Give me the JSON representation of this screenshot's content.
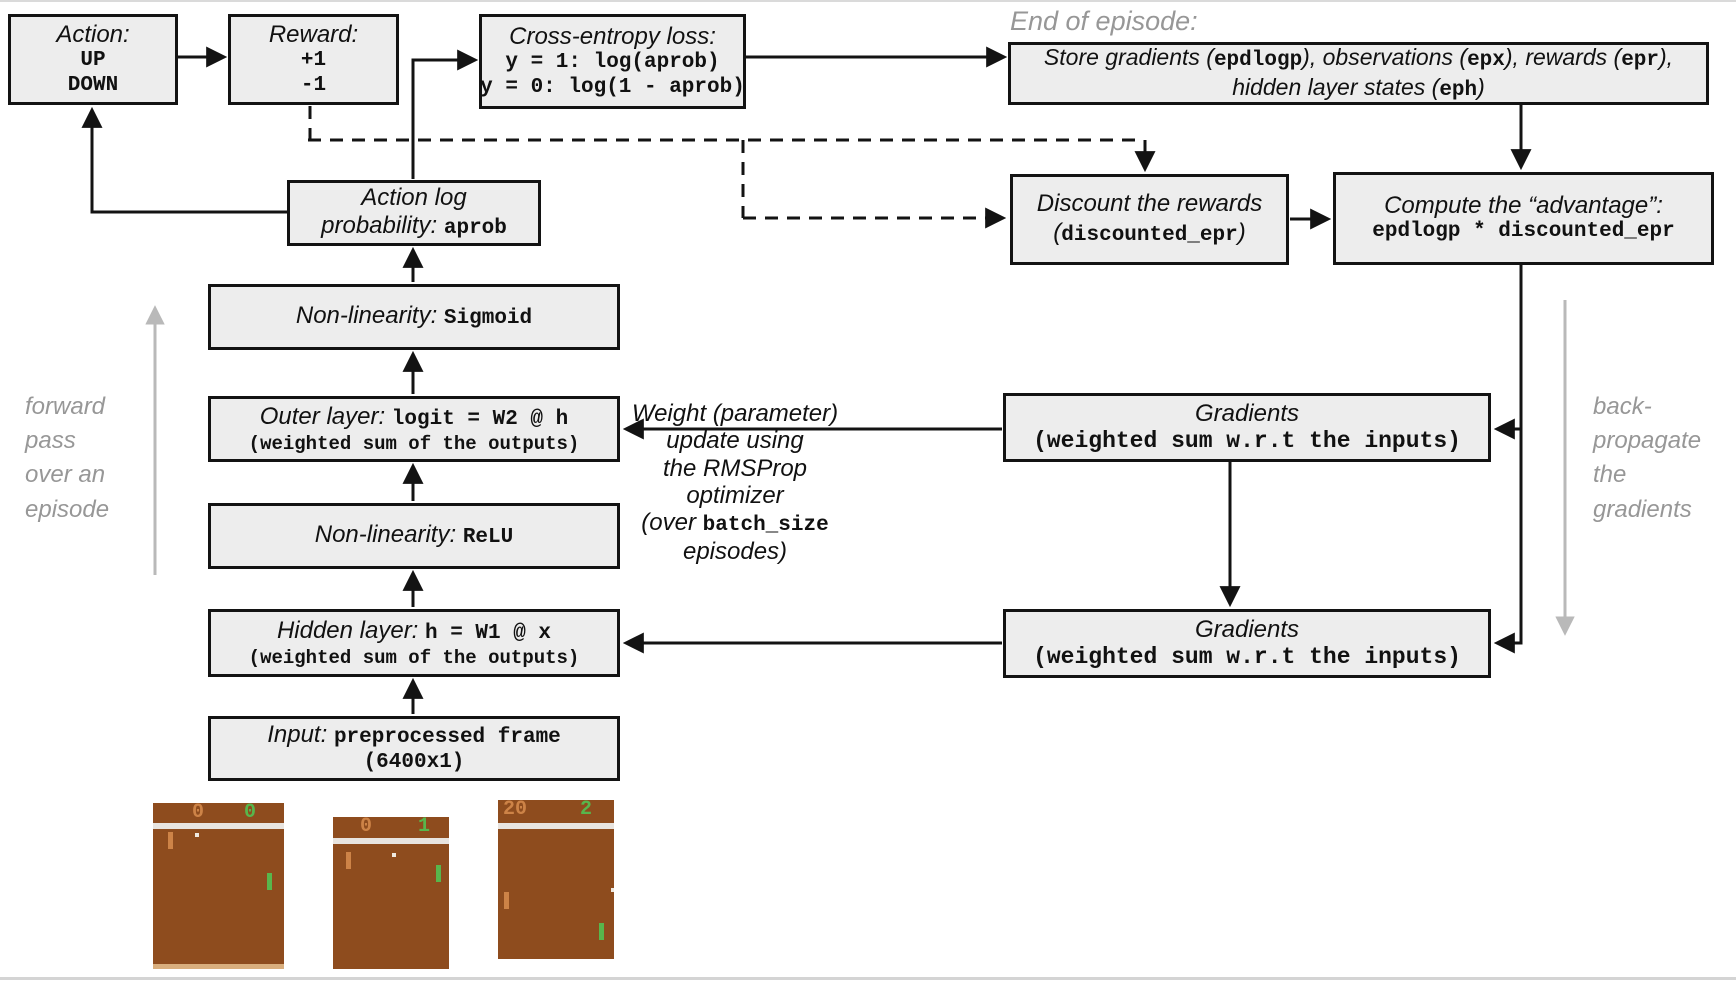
{
  "colors": {
    "box_fill": "#ededed",
    "box_border": "#131313",
    "arrow": "#131313",
    "gray": "#979797",
    "gray_arrow": "#b9b9b9",
    "pong_brown": "#8e4c1e",
    "pong_tan": "#cd8347",
    "pong_green": "#58b64c",
    "pong_stripe": "#e8e4df"
  },
  "annotations": {
    "end_of_episode": "End of episode:",
    "forward_pass": {
      "lines": [
        {
          "segs": [
            {
              "s": "i",
              "t": "forward"
            }
          ]
        },
        {
          "segs": [
            {
              "s": "i",
              "t": "pass"
            }
          ]
        },
        {
          "segs": [
            {
              "s": "i",
              "t": "over an"
            }
          ]
        },
        {
          "segs": [
            {
              "s": "i",
              "t": "episode"
            }
          ]
        }
      ]
    },
    "backpropagate": {
      "lines": [
        {
          "segs": [
            {
              "s": "i",
              "t": "back-"
            }
          ]
        },
        {
          "segs": [
            {
              "s": "i",
              "t": "propagate"
            }
          ]
        },
        {
          "segs": [
            {
              "s": "i",
              "t": "the"
            }
          ]
        },
        {
          "segs": [
            {
              "s": "i",
              "t": "gradients"
            }
          ]
        }
      ]
    },
    "weight_update": {
      "lines": [
        {
          "segs": [
            {
              "s": "i",
              "t": "Weight (parameter)"
            }
          ]
        },
        {
          "segs": [
            {
              "s": "i",
              "t": "update using"
            }
          ]
        },
        {
          "segs": [
            {
              "s": "i",
              "t": "the RMSProp"
            }
          ]
        },
        {
          "segs": [
            {
              "s": "i",
              "t": "optimizer"
            }
          ]
        },
        {
          "segs": [
            {
              "s": "i",
              "t": "(over "
            },
            {
              "s": "m",
              "t": "batch_size"
            }
          ]
        },
        {
          "segs": [
            {
              "s": "i",
              "t": "episodes)"
            }
          ]
        }
      ]
    }
  },
  "boxes": {
    "action": {
      "lines": [
        {
          "segs": [
            {
              "s": "i",
              "t": "Action:"
            }
          ]
        },
        {
          "segs": [
            {
              "s": "m",
              "t": "UP"
            }
          ]
        },
        {
          "segs": [
            {
              "s": "m",
              "t": "DOWN"
            }
          ]
        }
      ]
    },
    "reward": {
      "lines": [
        {
          "segs": [
            {
              "s": "i",
              "t": "Reward:"
            }
          ]
        },
        {
          "segs": [
            {
              "s": "m",
              "t": "+1"
            }
          ]
        },
        {
          "segs": [
            {
              "s": "m",
              "t": "-1"
            }
          ]
        }
      ]
    },
    "cross_entropy": {
      "lines": [
        {
          "segs": [
            {
              "s": "i",
              "t": "Cross-entropy loss:"
            }
          ]
        },
        {
          "segs": [
            {
              "s": "m",
              "t": "y = 1: log(aprob)"
            }
          ]
        },
        {
          "segs": [
            {
              "s": "m",
              "t": "y = 0: log(1 - aprob)"
            }
          ]
        }
      ]
    },
    "store": {
      "lines": [
        {
          "segs": [
            {
              "s": "i",
              "t": "Store gradients ("
            },
            {
              "s": "m",
              "t": "epdlogp"
            },
            {
              "s": "i",
              "t": "), observations ("
            },
            {
              "s": "m",
              "t": "epx"
            },
            {
              "s": "i",
              "t": "), rewards ("
            },
            {
              "s": "m",
              "t": "epr"
            },
            {
              "s": "i",
              "t": "),"
            }
          ]
        },
        {
          "segs": [
            {
              "s": "i",
              "t": "hidden layer states ("
            },
            {
              "s": "m",
              "t": "eph"
            },
            {
              "s": "i",
              "t": ")"
            }
          ]
        }
      ]
    },
    "discount": {
      "lines": [
        {
          "segs": [
            {
              "s": "i",
              "t": "Discount the rewards"
            }
          ]
        },
        {
          "segs": [
            {
              "s": "i",
              "t": "("
            },
            {
              "s": "m",
              "t": "discounted_epr"
            },
            {
              "s": "i",
              "t": ")"
            }
          ]
        }
      ]
    },
    "advantage": {
      "lines": [
        {
          "segs": [
            {
              "s": "i",
              "t": "Compute the “advantage”:"
            }
          ]
        },
        {
          "segs": [
            {
              "s": "m",
              "t": "epdlogp * discounted_epr"
            }
          ]
        }
      ]
    },
    "action_log_prob": {
      "lines": [
        {
          "segs": [
            {
              "s": "i",
              "t": "Action log"
            }
          ]
        },
        {
          "segs": [
            {
              "s": "i",
              "t": "probability: "
            },
            {
              "s": "m",
              "t": "aprob"
            }
          ]
        }
      ]
    },
    "sigmoid": {
      "lines": [
        {
          "segs": [
            {
              "s": "i",
              "t": "Non-linearity: "
            },
            {
              "s": "m",
              "t": "Sigmoid"
            }
          ]
        }
      ]
    },
    "outer_layer": {
      "lines": [
        {
          "segs": [
            {
              "s": "i",
              "t": "Outer layer: "
            },
            {
              "s": "m",
              "t": "logit = W2 @ h"
            }
          ]
        },
        {
          "c": "sub",
          "segs": [
            {
              "s": "m",
              "t": "(weighted sum of the outputs)"
            }
          ]
        }
      ]
    },
    "relu": {
      "lines": [
        {
          "segs": [
            {
              "s": "i",
              "t": "Non-linearity: "
            },
            {
              "s": "m",
              "t": "ReLU"
            }
          ]
        }
      ]
    },
    "hidden_layer": {
      "lines": [
        {
          "segs": [
            {
              "s": "i",
              "t": "Hidden layer: "
            },
            {
              "s": "m",
              "t": "h = W1 @ x"
            }
          ]
        },
        {
          "c": "sub",
          "segs": [
            {
              "s": "m",
              "t": "(weighted sum of the outputs)"
            }
          ]
        }
      ]
    },
    "input": {
      "lines": [
        {
          "segs": [
            {
              "s": "i",
              "t": "Input: "
            },
            {
              "s": "m",
              "t": "preprocessed frame"
            }
          ]
        },
        {
          "segs": [
            {
              "s": "m",
              "t": "(6400x1)"
            }
          ]
        }
      ]
    },
    "gradients_top": {
      "lines": [
        {
          "segs": [
            {
              "s": "i",
              "t": "Gradients"
            }
          ]
        },
        {
          "c": "gbig",
          "segs": [
            {
              "s": "m",
              "t": "(weighted sum w.r.t the inputs)"
            }
          ]
        }
      ]
    },
    "gradients_bottom": {
      "lines": [
        {
          "segs": [
            {
              "s": "i",
              "t": "Gradients"
            }
          ]
        },
        {
          "c": "gbig",
          "segs": [
            {
              "s": "m",
              "t": "(weighted sum w.r.t the inputs)"
            }
          ]
        }
      ]
    }
  },
  "pong_frames": [
    {
      "left_score": "0",
      "right_score": "0"
    },
    {
      "left_score": "0",
      "right_score": "1"
    },
    {
      "left_score": "20",
      "right_score": "2"
    }
  ]
}
